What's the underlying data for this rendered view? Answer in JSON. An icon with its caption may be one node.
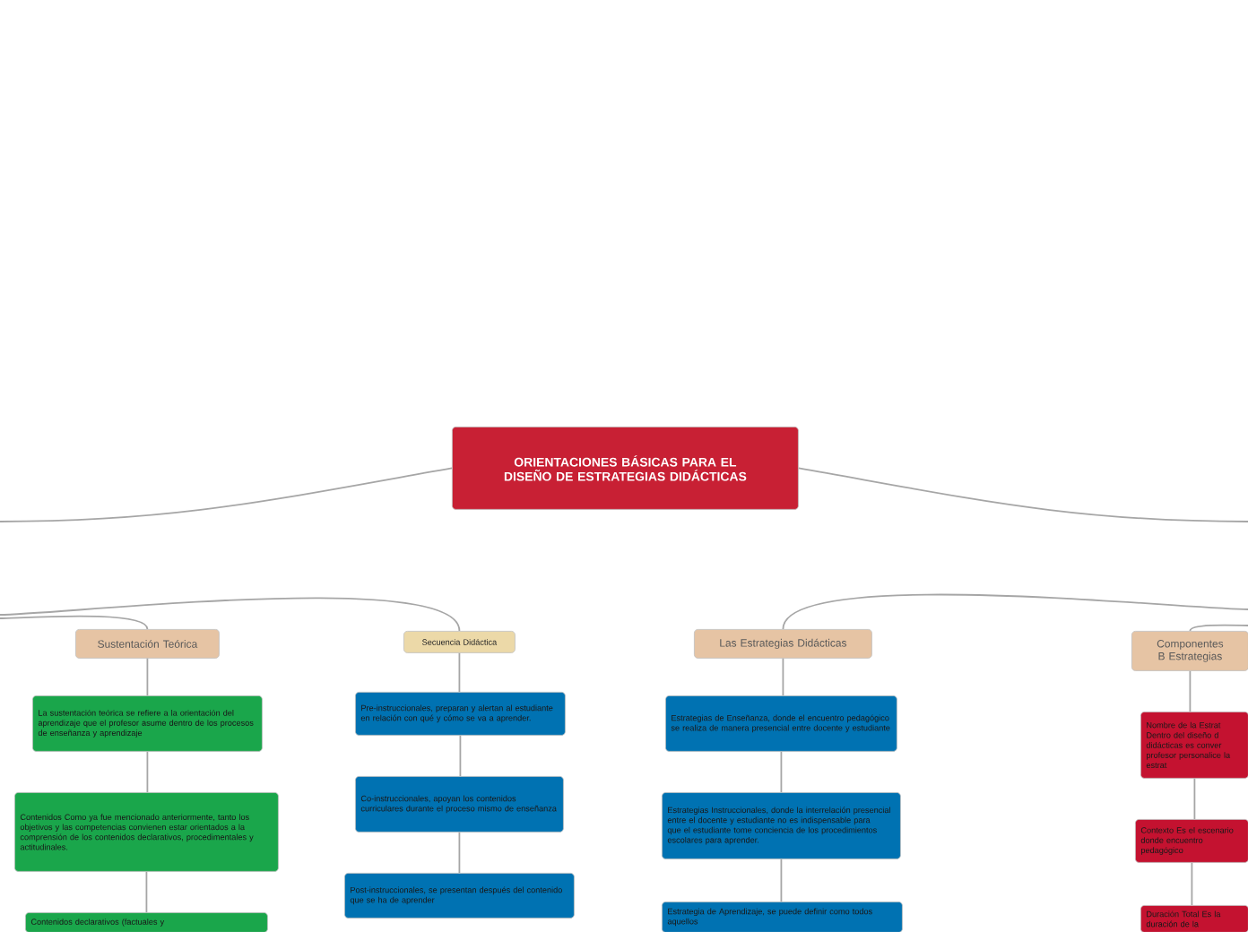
{
  "diagram": {
    "nodes": [
      {
        "text": [
          "ORIENTACIONES BÁSICAS PARA EL DISEÑO DE ESTRATEGIAS DIDÁCTICAS"
        ]
      },
      {
        "text": [
          "Sustentación Teórica"
        ]
      },
      {
        "text": [
          "La sustentación teórica se refiere a la orientación del aprendizaje que el profesor asume dentro de los procesos de enseñanza y aprendizaje"
        ]
      },
      {
        "text": [
          "Contenidos Como ya fue mencionado anteriormente, tanto los objetivos y las competencias convienen estar orientados a la comprensión de los contenidos declarativos, procedimentales y actitudinales."
        ]
      },
      {
        "text": [
          "Contenidos declarativos (factuales y"
        ]
      },
      {
        "text": [
          "Secuencia Didáctica"
        ]
      },
      {
        "text": [
          "Pre-instruccionales, preparan y alertan al estudiante en relación con qué y cómo se va a aprender."
        ]
      },
      {
        "text": [
          "Co-instruccionales, apoyan los contenidos curriculares durante el proceso mismo de enseñanza"
        ]
      },
      {
        "text": [
          "Post-instruccionales, se presentan después del contenido que se ha de aprender"
        ]
      },
      {
        "text": [
          "Las Estrategias Didácticas"
        ]
      },
      {
        "text": [
          "Estrategias de Enseñanza, donde el encuentro pedagógico se realiza de manera presencial entre docente y estudiante"
        ]
      },
      {
        "text": [
          "Estrategias Instruccionales, donde la interrelación presencial entre el docente y estudiante no es indispensable para que el estudiante tome conciencia de los procedimientos escolares para aprender."
        ]
      },
      {
        "text": [
          "Estrategia de Aprendizaje, se puede definir como todos aquellos"
        ]
      },
      {
        "text": [
          "Componentes B Estrategias"
        ]
      },
      {
        "text": [
          "Nombre de la Estrat Dentro del diseño d didácticas es conver profesor personalice la estrat"
        ]
      },
      {
        "text": [
          "Contexto Es el escenario donde encuentro pedagógico"
        ]
      },
      {
        "text": [
          "Duración Total Es la duración de la"
        ]
      }
    ],
    "edges": [
      {
        "from": 0,
        "to": null,
        "arrow": "none"
      },
      {
        "from": 0,
        "to": null,
        "arrow": "none"
      },
      {
        "from": null,
        "to": 1,
        "arrow": "none"
      },
      {
        "from": null,
        "to": 5,
        "arrow": "none"
      },
      {
        "from": null,
        "to": 9,
        "arrow": "none"
      },
      {
        "from": null,
        "to": 13,
        "arrow": "none"
      },
      {
        "from": 1,
        "to": 2,
        "arrow": "none"
      },
      {
        "from": 2,
        "to": 3,
        "arrow": "none"
      },
      {
        "from": 3,
        "to": 4,
        "arrow": "none"
      },
      {
        "from": 5,
        "to": 6,
        "arrow": "none"
      },
      {
        "from": 6,
        "to": 7,
        "arrow": "none"
      },
      {
        "from": 7,
        "to": 8,
        "arrow": "none"
      },
      {
        "from": 9,
        "to": 10,
        "arrow": "none"
      },
      {
        "from": 10,
        "to": 11,
        "arrow": "none"
      },
      {
        "from": 11,
        "to": 12,
        "arrow": "none"
      },
      {
        "from": 13,
        "to": 14,
        "arrow": "none"
      },
      {
        "from": 14,
        "to": 15,
        "arrow": "none"
      },
      {
        "from": 15,
        "to": 16,
        "arrow": "none"
      }
    ]
  }
}
